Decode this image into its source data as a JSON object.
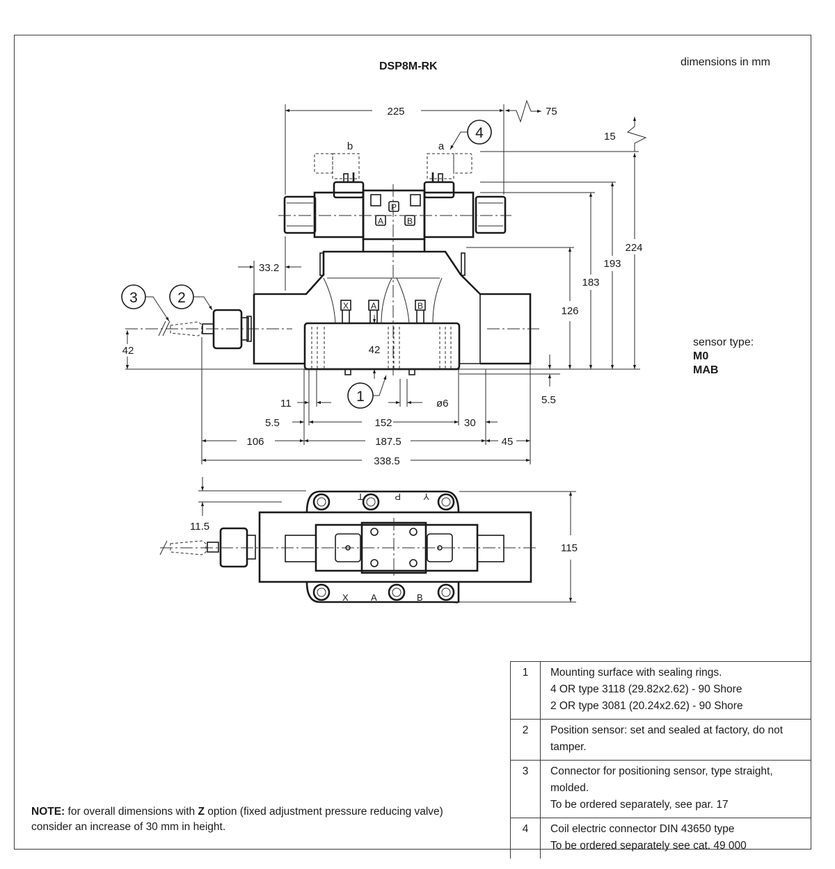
{
  "header": {
    "title": "DSP8M-RK",
    "units_note": "dimensions in mm"
  },
  "front_view": {
    "dimensions": {
      "width_solenoids": "225",
      "connector_clearance": "75",
      "top_clearance": "15",
      "total_height": "224",
      "height_to_coil_top": "193",
      "height_to_pilot_top": "183",
      "height_to_main_body": "126",
      "sensor_offset": "33.2",
      "sensor_axis_height": "42",
      "port_axis_height": "42",
      "bolt_spacing_small": "11",
      "hole_diameter": "ø6",
      "mounting_offset": "5.5",
      "bottom_offset": "5.5",
      "mounting_length": "152",
      "right_offset_30": "30",
      "sensor_length": "106",
      "body_length": "187.5",
      "right_cap": "45",
      "overall_length": "338.5"
    },
    "solenoid_labels": [
      "b",
      "a"
    ],
    "pilot_port_labels": [
      "P",
      "A",
      "B"
    ],
    "main_port_labels": [
      "X",
      "A",
      "B"
    ],
    "callouts": [
      "1",
      "2",
      "3",
      "4"
    ]
  },
  "top_view": {
    "dimensions": {
      "edge_offset": "11.5",
      "body_depth": "115"
    },
    "top_port_labels": [
      "T",
      "P",
      "Y"
    ],
    "bottom_port_labels": [
      "X",
      "A",
      "B"
    ]
  },
  "sensor_type": {
    "label": "sensor type:",
    "types": [
      "M0",
      "MAB"
    ]
  },
  "legend": [
    {
      "number": "1",
      "lines": [
        "Mounting surface with sealing rings.",
        "4 OR type 3118 (29.82x2.62) - 90 Shore",
        "2 OR type 3081 (20.24x2.62) - 90 Shore"
      ]
    },
    {
      "number": "2",
      "lines": [
        "Position sensor: set and sealed at factory, do not tamper."
      ]
    },
    {
      "number": "3",
      "lines": [
        "Connector for positioning sensor, type straight, molded.",
        "To be ordered separately, see par. 17"
      ]
    },
    {
      "number": "4",
      "lines": [
        "Coil electric connector  DIN 43650 type",
        "To be ordered separately see cat. 49 000"
      ]
    }
  ],
  "note": {
    "prefix": "NOTE:",
    "text_before_bold": " for overall dimensions with ",
    "bold_option": "Z",
    "text_after_bold": " option (fixed adjustment pressure reducing valve) consider an increase of 30 mm in height."
  }
}
